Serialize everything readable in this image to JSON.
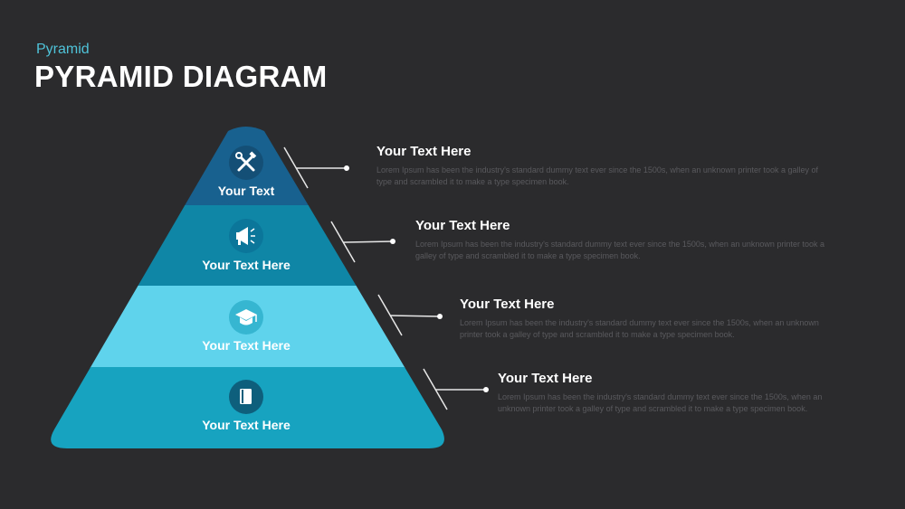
{
  "header": {
    "subtitle": "Pyramid",
    "title": "PYRAMID DIAGRAM"
  },
  "colors": {
    "background": "#2b2b2d",
    "accent": "#4fc3d9",
    "level1": "#18618f",
    "level2": "#0f86a6",
    "level3": "#5fd3ec",
    "level4": "#17a3c0"
  },
  "pyramid": {
    "levels": [
      {
        "label": "Your Text",
        "icon": "tools-icon"
      },
      {
        "label": "Your Text Here",
        "icon": "megaphone-icon"
      },
      {
        "label": "Your Text Here",
        "icon": "graduation-cap-icon"
      },
      {
        "label": "Your Text Here",
        "icon": "book-icon"
      }
    ]
  },
  "callouts": [
    {
      "heading": "Your Text Here",
      "body": "Lorem Ipsum has been the industry's standard dummy text ever since the 1500s, when an unknown printer took a galley of type and scrambled it to make a type specimen book."
    },
    {
      "heading": "Your Text Here",
      "body": "Lorem Ipsum has been the industry's standard dummy text ever since the 1500s, when an unknown printer took a galley of type and scrambled it to make a type specimen book."
    },
    {
      "heading": "Your Text Here",
      "body": "Lorem Ipsum has been the industry's standard dummy text ever since the 1500s, when an unknown printer took a galley of type and scrambled it to make a type specimen book."
    },
    {
      "heading": "Your Text Here",
      "body": "Lorem Ipsum has been the industry's standard dummy text ever since the 1500s, when an unknown printer took a galley of type and scrambled it to make a type specimen book."
    }
  ]
}
